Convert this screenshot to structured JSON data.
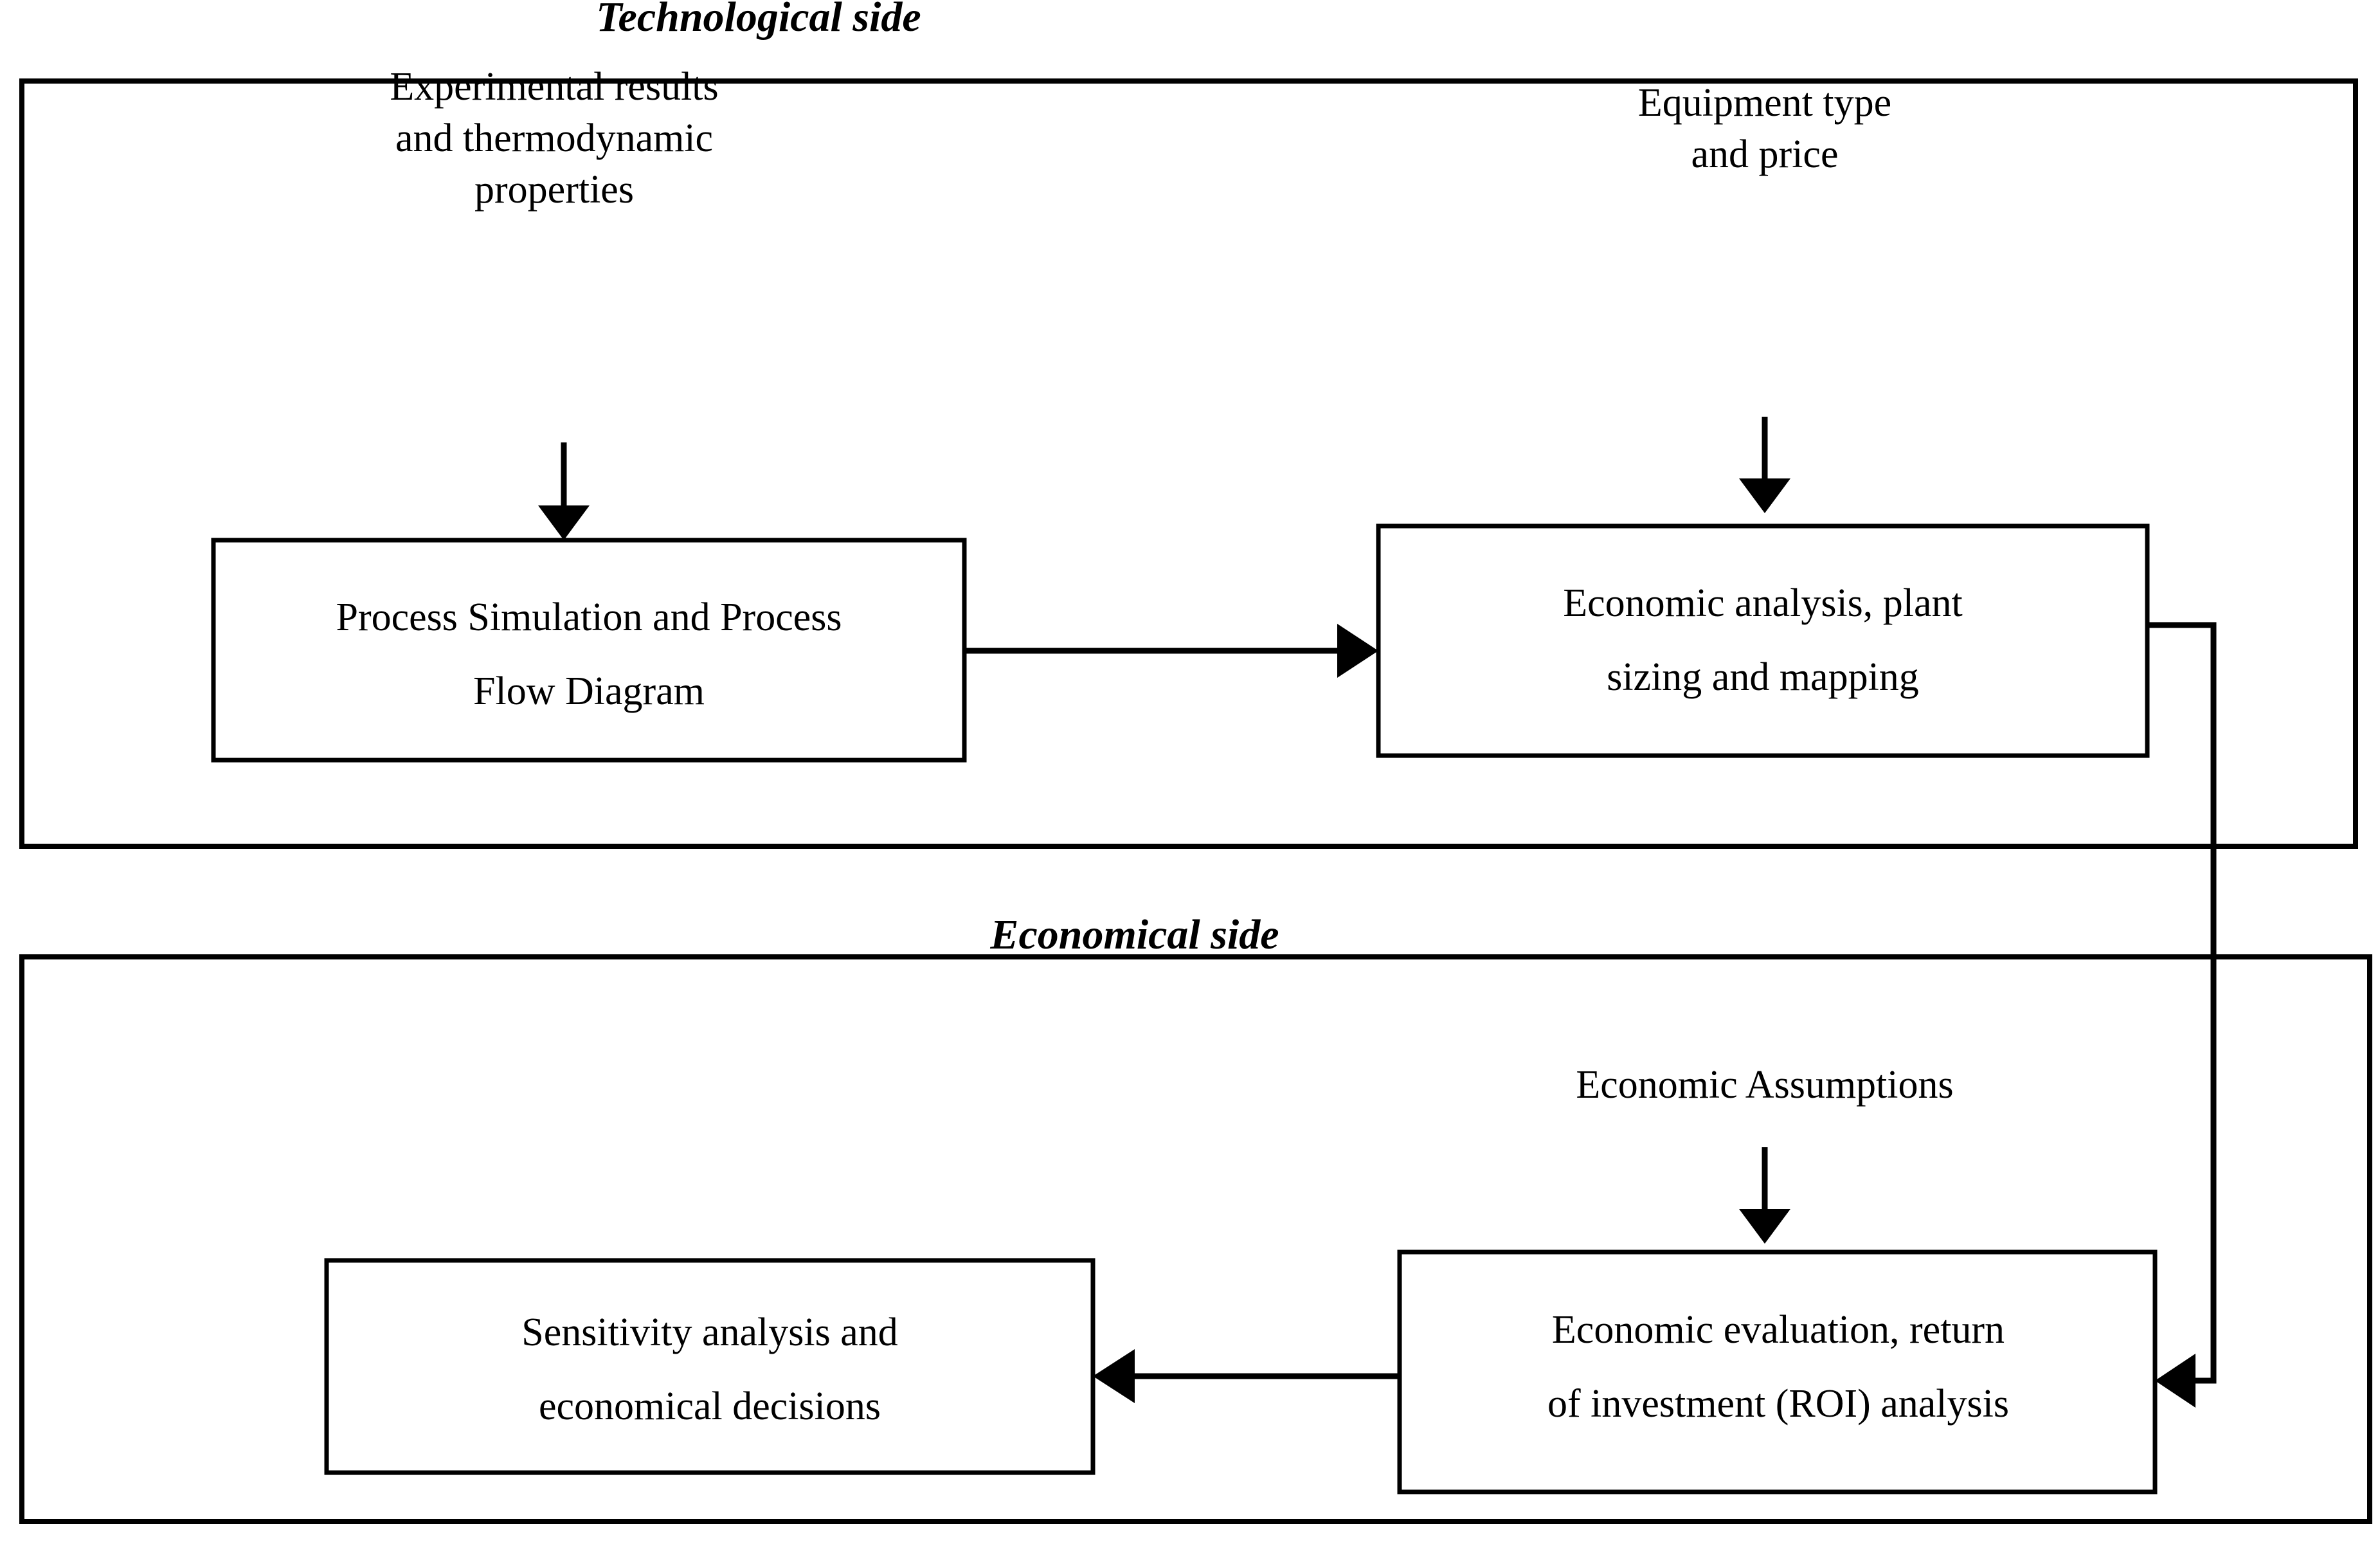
{
  "diagram": {
    "title_top": "Technological side",
    "title_bottom": "Economical side",
    "sections": [
      {
        "id": "technological",
        "label": "Technological side"
      },
      {
        "id": "economical",
        "label": "Economical side"
      }
    ],
    "nodes": [
      {
        "id": "process-simulation",
        "lines": [
          "Process Simulation and Process",
          "Flow Diagram"
        ],
        "line1": "Process Simulation and Process",
        "line2": "Flow Diagram"
      },
      {
        "id": "economic-analysis",
        "lines": [
          "Economic analysis, plant",
          "sizing and mapping"
        ],
        "line1": "Economic analysis, plant",
        "line2": "sizing and mapping"
      },
      {
        "id": "sensitivity-analysis",
        "lines": [
          "Sensitivity analysis and",
          "economical decisions"
        ],
        "line1": "Sensitivity analysis and",
        "line2": "economical decisions"
      },
      {
        "id": "economic-evaluation",
        "lines": [
          "Economic evaluation, return",
          "of investment (ROI) analysis"
        ],
        "line1": "Economic evaluation, return",
        "line2": "of investment (ROI) analysis"
      }
    ],
    "annotations": [
      {
        "id": "experimental-inputs",
        "lines": [
          "Experimental results",
          "and thermodynamic",
          "properties"
        ],
        "line1": "Experimental results",
        "line2": "and thermodynamic",
        "line3": "properties"
      },
      {
        "id": "equipment-inputs",
        "lines": [
          "Equipment type",
          "and price"
        ],
        "line1": "Equipment type",
        "line2": "and price"
      },
      {
        "id": "economic-assumptions",
        "lines": [
          "Economic Assumptions"
        ],
        "line1": "Economic Assumptions"
      }
    ],
    "colors": {
      "stroke": "#000000",
      "background": "#ffffff",
      "text": "#000000"
    }
  }
}
